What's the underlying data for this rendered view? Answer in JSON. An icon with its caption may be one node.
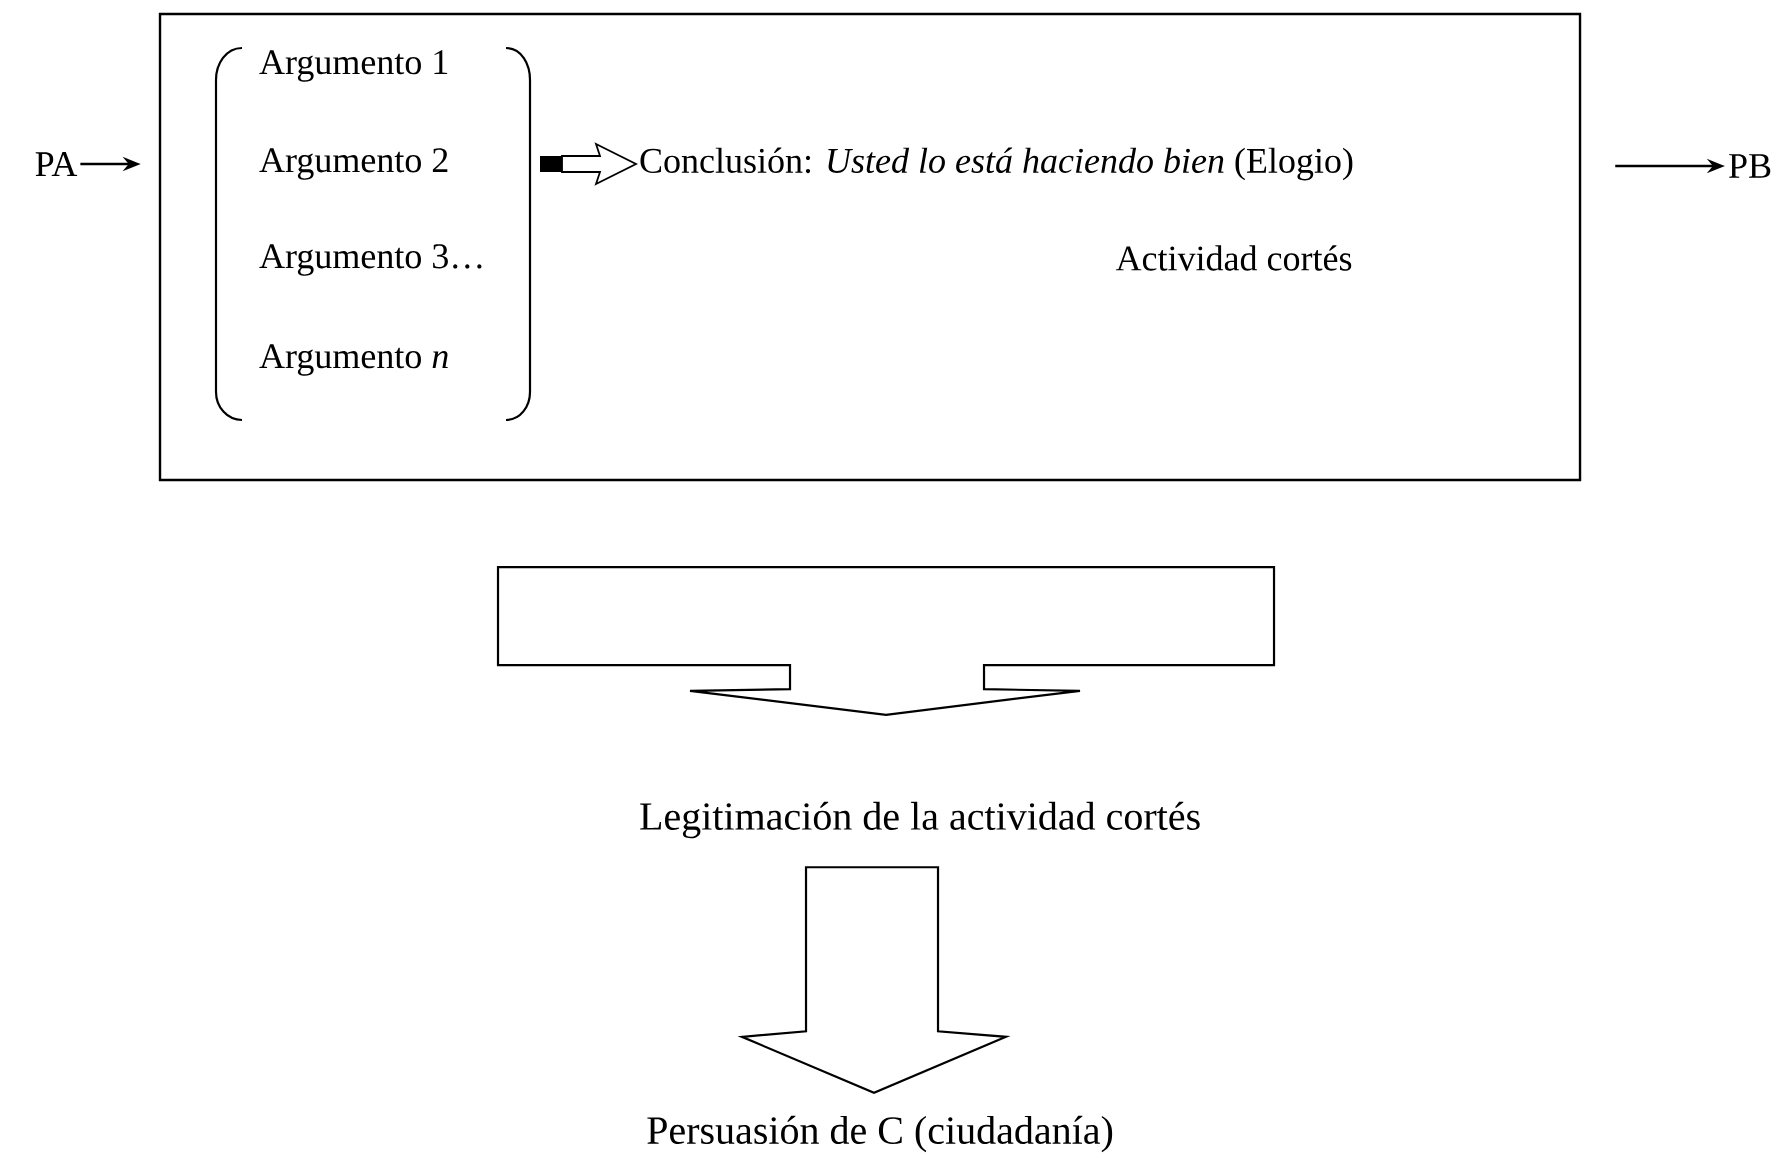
{
  "diagram": {
    "nodes": [
      {
        "text": [
          "PA"
        ]
      },
      {
        "text": [
          "Actividad cortés"
        ]
      },
      {
        "text": [
          "Argumento 1",
          "Argumento 2",
          "Argumento 3…",
          "Argumento *n*"
        ],
        "in": 1
      },
      {
        "text": [
          "Conclusión: *Usted lo está haciendo bien* (Elogio)"
        ],
        "in": 1
      },
      {
        "text": [
          "PB"
        ]
      },
      {
        "text": [
          "Legitimación de la actividad cortés"
        ]
      },
      {
        "text": [
          "Persuasión de C (ciudadanía)"
        ]
      }
    ],
    "edges": [
      {
        "from": 0,
        "to": 1,
        "arrow": "to"
      },
      {
        "from": 1,
        "to": 4,
        "arrow": "to"
      },
      {
        "from": 2,
        "to": 3,
        "arrow": "to"
      },
      {
        "from": 1,
        "to": 5,
        "arrow": "to"
      },
      {
        "from": 5,
        "to": 6,
        "arrow": "to"
      }
    ]
  }
}
